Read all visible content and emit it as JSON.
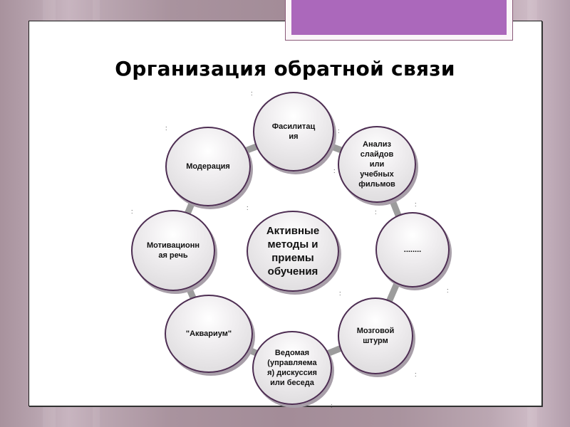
{
  "slide": {
    "title": "Организация обратной связи",
    "colors": {
      "background": "#a8939f",
      "panel": "#ffffff",
      "accent_block": "#ab68bb",
      "node_border": "#4d2d52",
      "connector": "#9a9a9a"
    }
  },
  "diagram": {
    "center": {
      "label": "Активные\nметоды и\nприемы\nобучения"
    },
    "nodes": [
      {
        "label": "Фасилитац\nия"
      },
      {
        "label": "Анализ\nслайдов\nили\nучебных\nфильмов"
      },
      {
        "label": "........"
      },
      {
        "label": "Мозговой\nштурм"
      },
      {
        "label": "Ведомая\n(управляема\nя) дискуссия\nили беседа"
      },
      {
        "label": "\"Аквариум\""
      },
      {
        "label": "Мотивационн\nая речь"
      },
      {
        "label": "Модерация"
      }
    ]
  }
}
